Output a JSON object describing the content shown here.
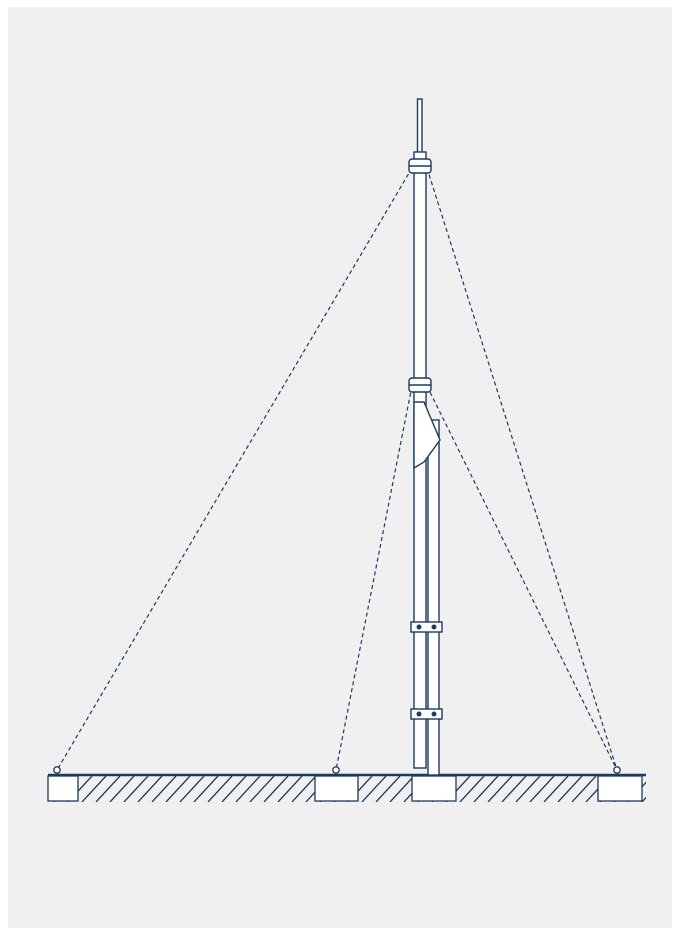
{
  "colors": {
    "page_background": "#ffffff",
    "panel_background": "#f0f0f0",
    "line": "#1e3a5f",
    "fill": "#ffffff"
  },
  "diagram": {
    "subject": "guyed-mast-elevation",
    "guy_count": 4,
    "guy_line_style": "dashed",
    "anchor_count": 3,
    "mast_clamp_count": 2,
    "ground_hatching": true
  }
}
